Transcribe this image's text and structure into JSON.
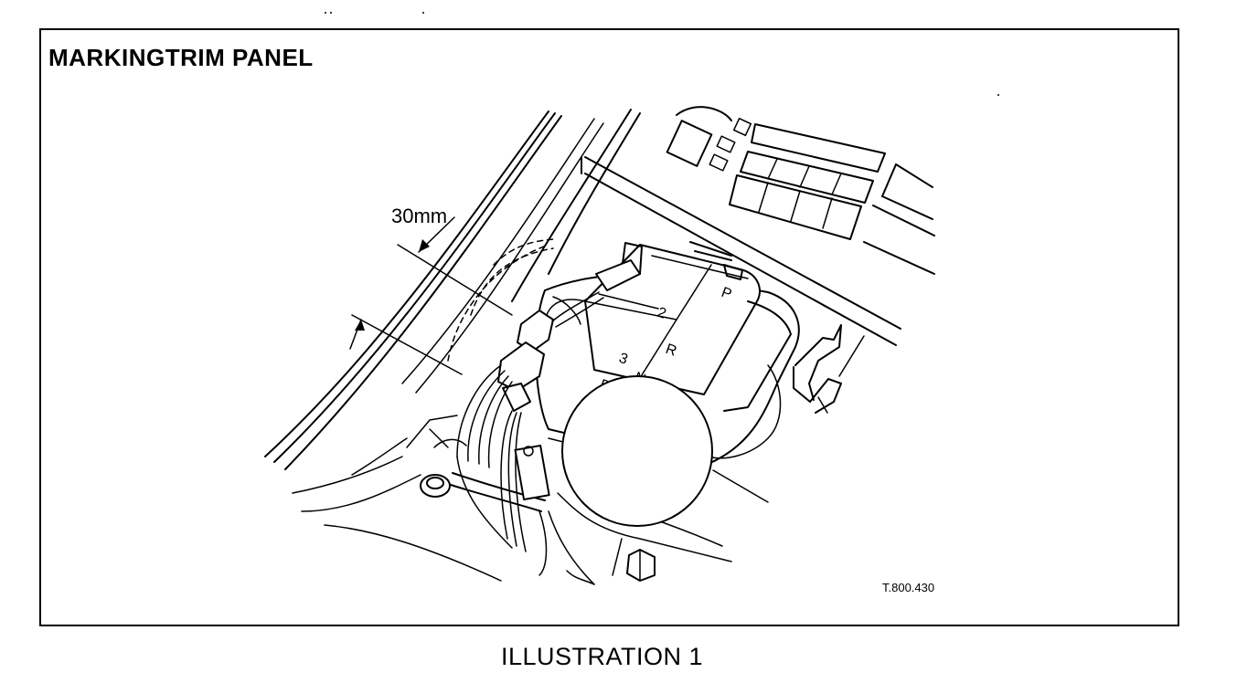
{
  "header": {
    "title": "MARKINGTRIM PANEL"
  },
  "figure": {
    "dimension_label": "30mm",
    "reference_code": "T.800.430",
    "gear_letters": [
      "P",
      "R",
      "N",
      "D",
      "2",
      "3"
    ]
  },
  "caption": "ILLUSTRATION 1"
}
